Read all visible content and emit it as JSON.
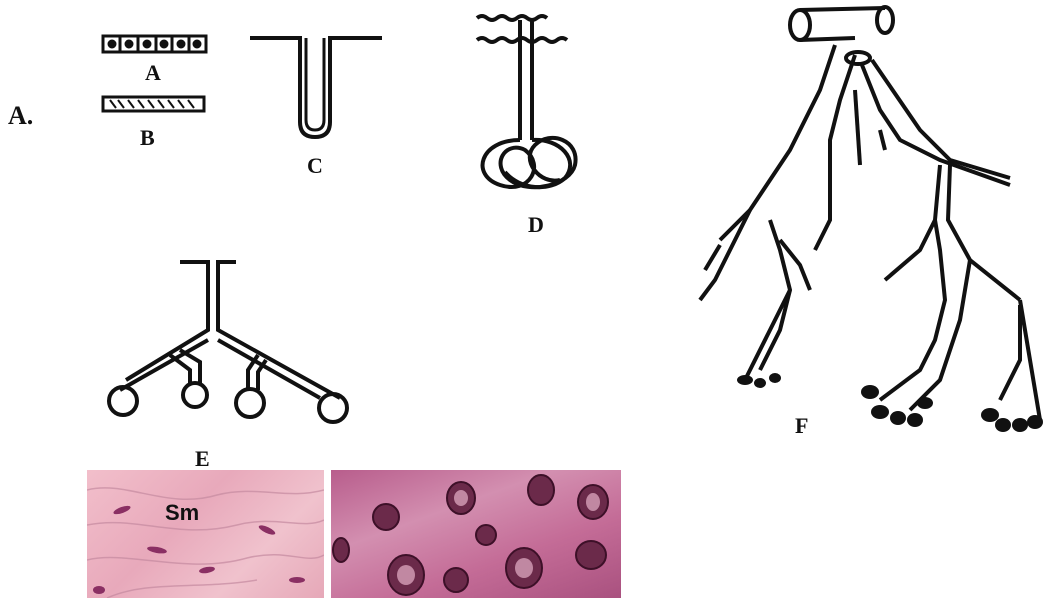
{
  "panel_label": "A.",
  "labels": {
    "a": "A",
    "b": "B",
    "c": "C",
    "d": "D",
    "e": "E",
    "f": "F"
  },
  "micrograph_left_label": "Sm",
  "colors": {
    "ink": "#111111",
    "tissue_left": "#eeb5c4",
    "tissue_right": "#c9749a",
    "nucleus": "#6b2a4a"
  }
}
